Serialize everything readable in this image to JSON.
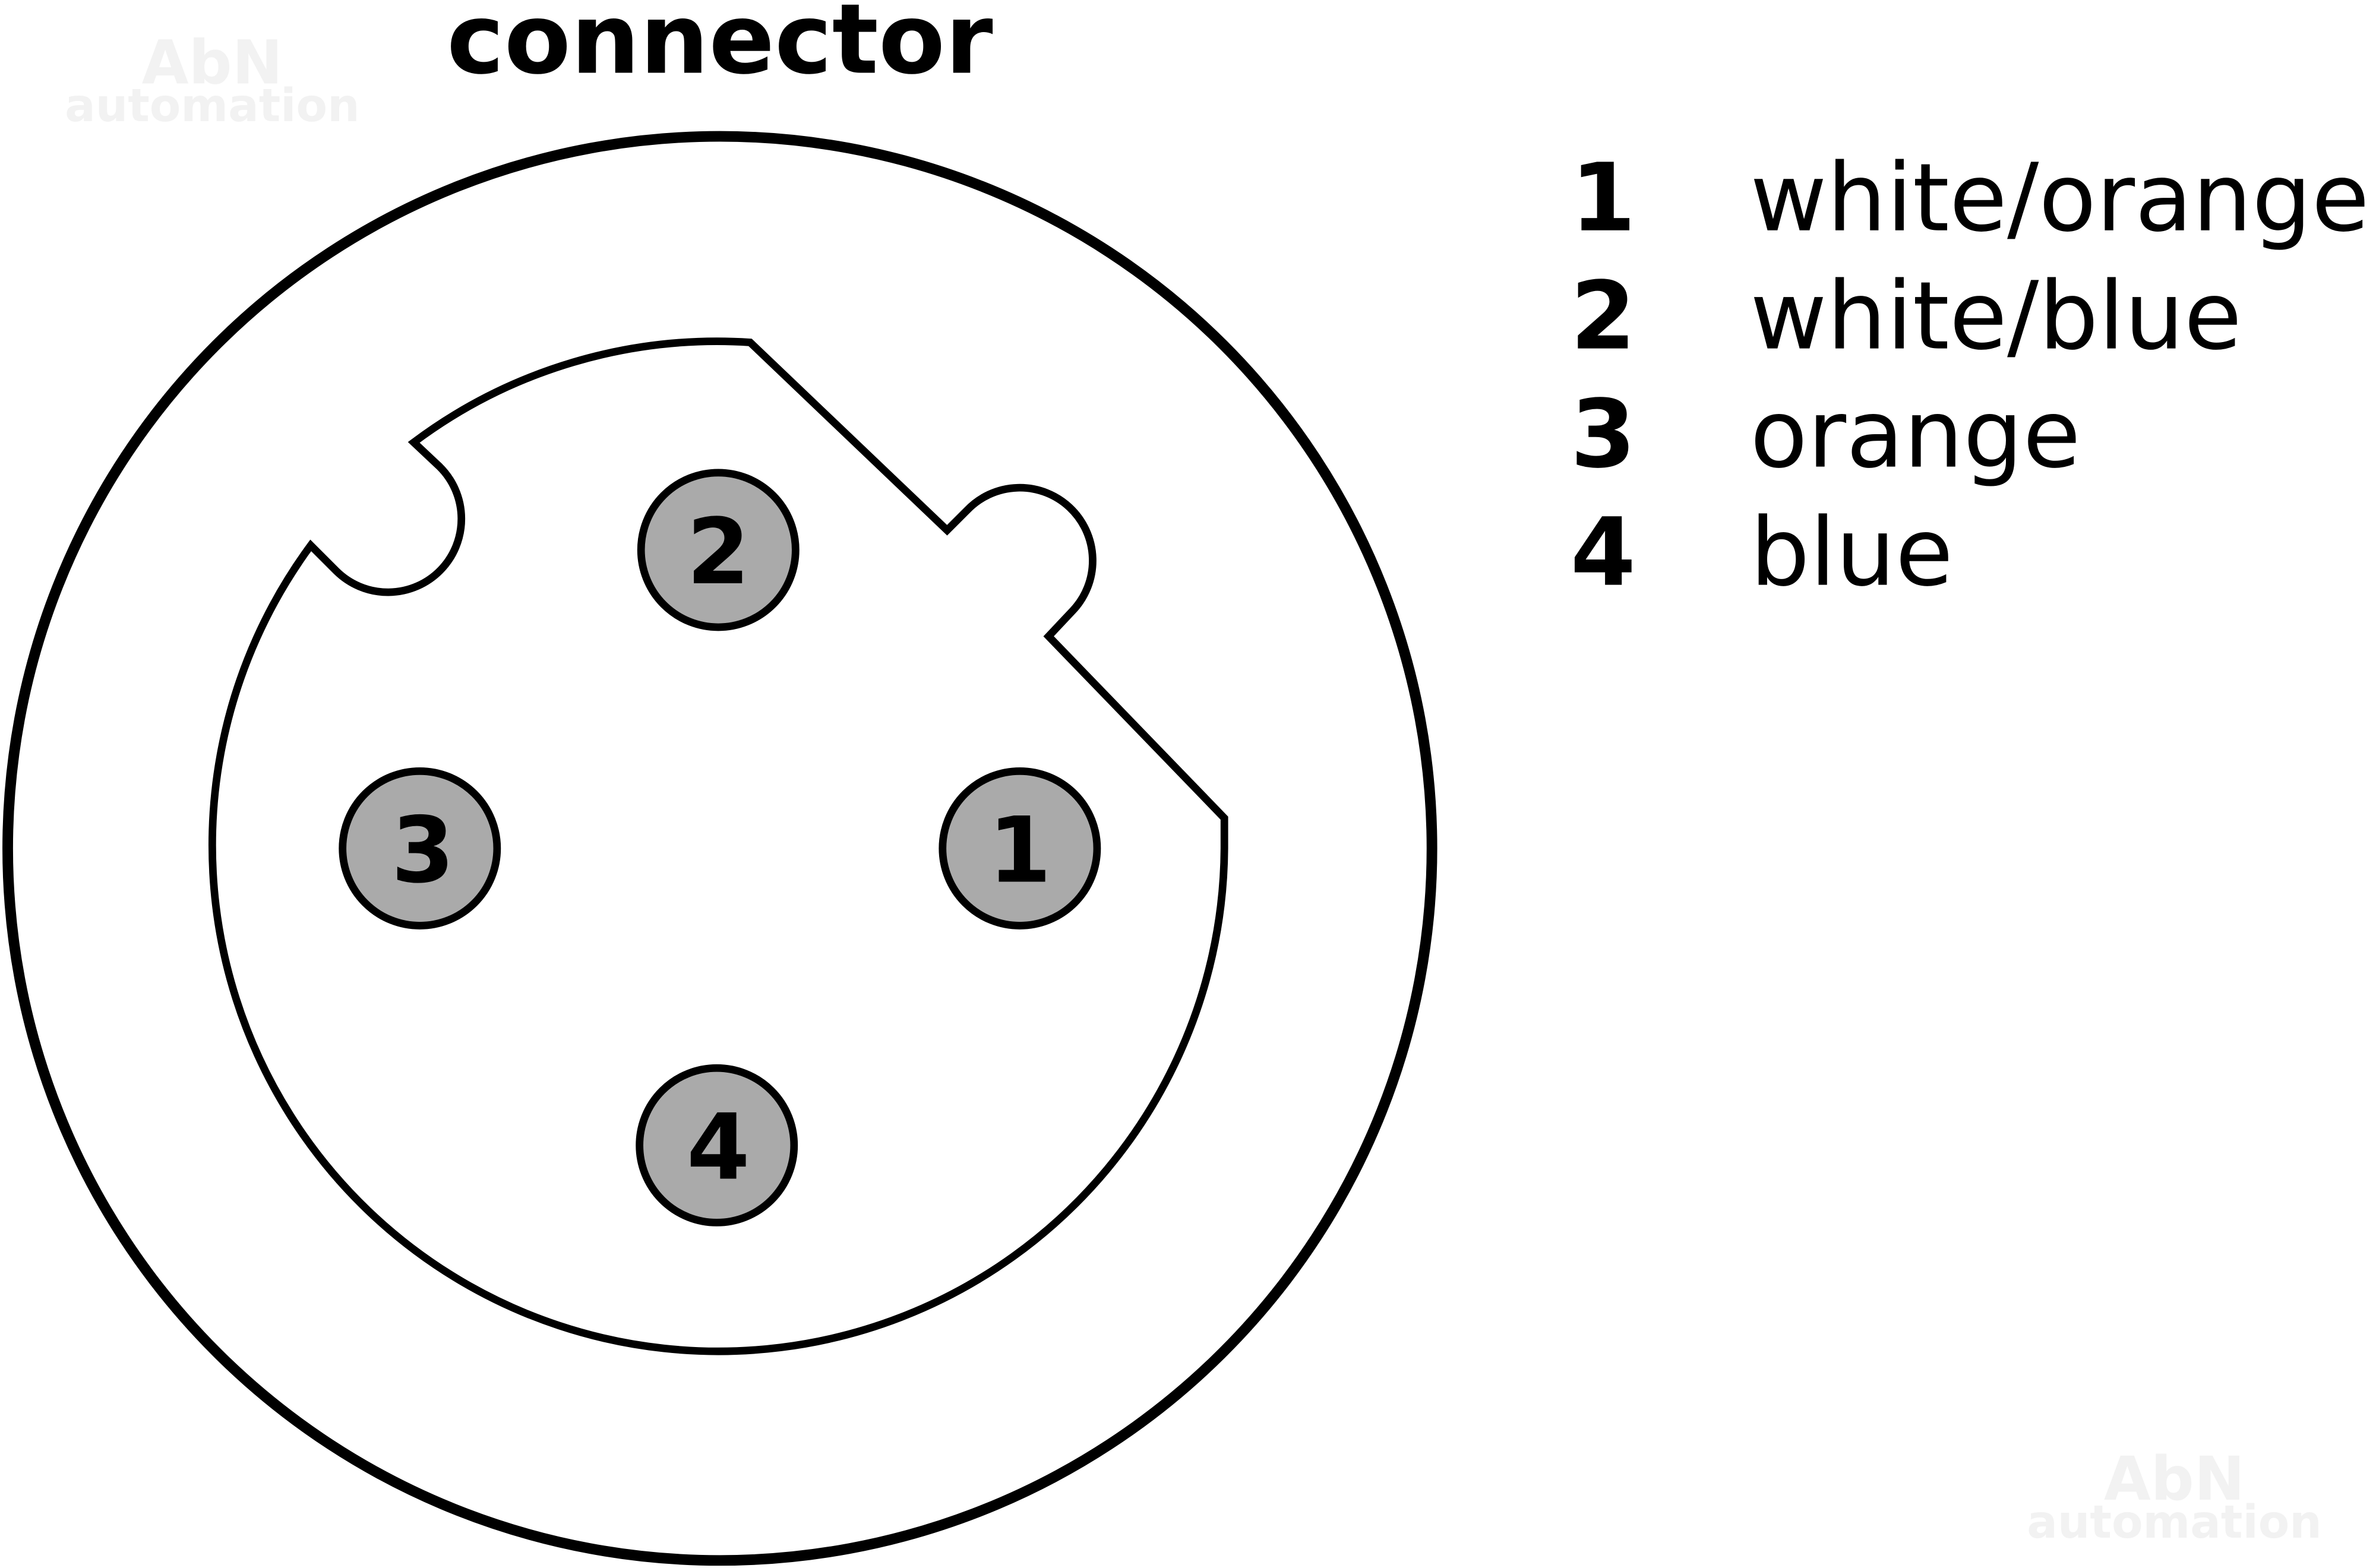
{
  "title": "connector",
  "watermark": {
    "line1": "AbN",
    "line2": "automation"
  },
  "pins": [
    {
      "number": "1",
      "color_name": "white/orange"
    },
    {
      "number": "2",
      "color_name": "white/blue"
    },
    {
      "number": "3",
      "color_name": "orange"
    },
    {
      "number": "4",
      "color_name": "blue"
    }
  ],
  "colors": {
    "pin_fill": "#aaaaaa",
    "stroke": "#000000"
  }
}
